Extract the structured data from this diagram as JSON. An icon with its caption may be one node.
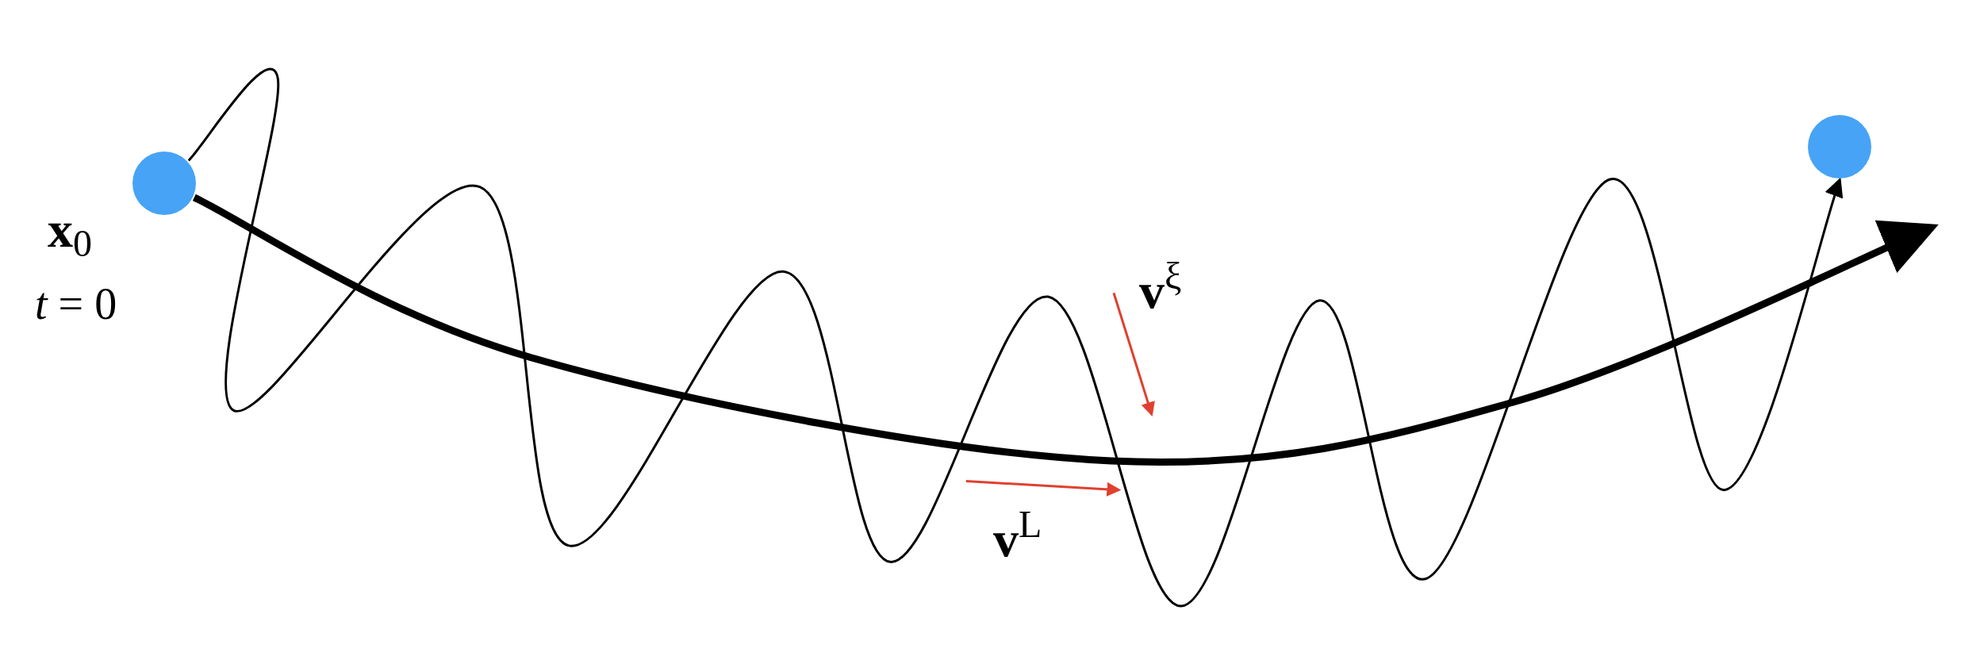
{
  "diagram": {
    "nodes": [
      {
        "text": [],
        "shape": "circle"
      },
      {
        "text": [],
        "shape": "circle"
      }
    ],
    "edges": [
      {
        "from": 0,
        "to": 1,
        "arrow": "to"
      },
      {
        "from": 0,
        "to": null,
        "arrow": "to",
        "style": "thick"
      }
    ],
    "labels": [
      "**x**$_{0}$",
      "*t* = 0",
      "**v**$^{ξ}$",
      "**v**$^{L}$"
    ]
  }
}
